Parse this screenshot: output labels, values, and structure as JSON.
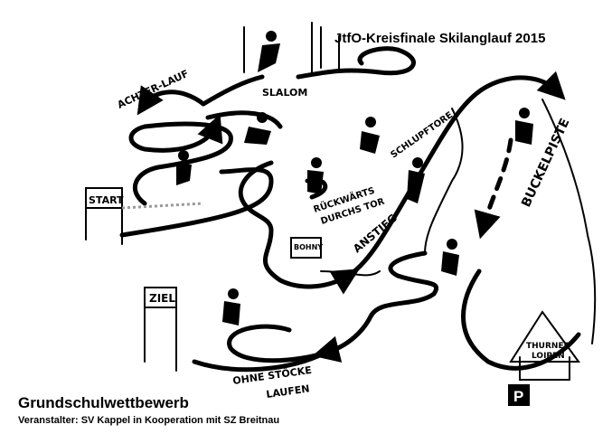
{
  "title": "JtfO-Kreisfinale Skilanglauf 2015",
  "subtitle": "Grundschulwettbewerb",
  "organizer": "Veranstalter: SV Kappel in Kooperation mit SZ Breitnau",
  "stations": {
    "achterlauf": "ACHTER-LAUF",
    "slalom": "SLALOM",
    "schlupftore": "SCHLUPFTORE",
    "rueckwaerts_1": "RÜCKWÄRTS",
    "rueckwaerts_2": "DURCHS TOR",
    "anstieg": "ANSTIEG",
    "buckelpiste": "BUCKELPISTE",
    "start": "START",
    "ziel": "ZIEL",
    "ohne_stoecke_1": "OHNE STÖCKE",
    "ohne_stoecke_2": "LAUFEN"
  },
  "signs": {
    "bohny": "BOHNY",
    "thurner_1": "THURNER",
    "thurner_2": "LOIPEN",
    "parking": "P"
  }
}
